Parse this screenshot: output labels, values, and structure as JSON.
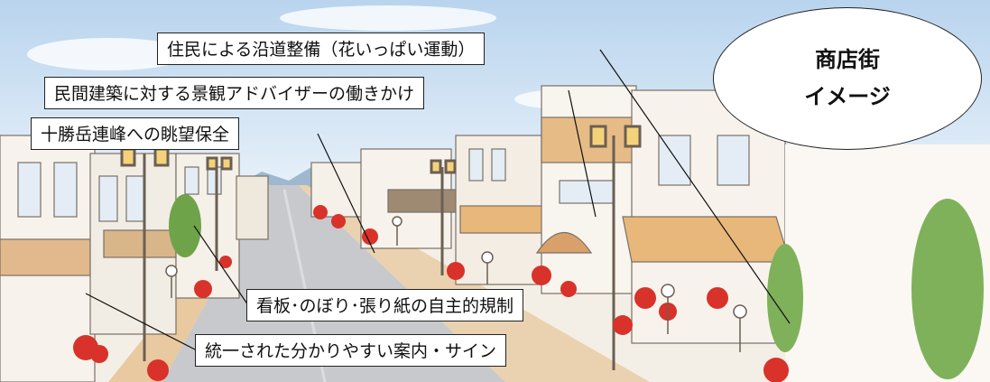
{
  "labels": {
    "resident_road": "住民による沿道整備（花いっぱい運動）",
    "landscape_advisor": "民間建築に対する景観アドバイザーの働きかけ",
    "mountain_view": "十勝岳連峰への眺望保全",
    "signboard_rules": "看板･のぼり･張り紙の自主的規制",
    "unified_signs": "統一された分かりやすい案内・サイン"
  },
  "badge": {
    "line1": "商店街",
    "line2": "イメージ"
  },
  "colors": {
    "sky": "#c9dff2",
    "road": "#c7c9cd",
    "sidewalk": "#e9c9a0",
    "flower_red": "#d8322a",
    "greenery": "#6fa34a",
    "awning": "#e8b77a"
  }
}
